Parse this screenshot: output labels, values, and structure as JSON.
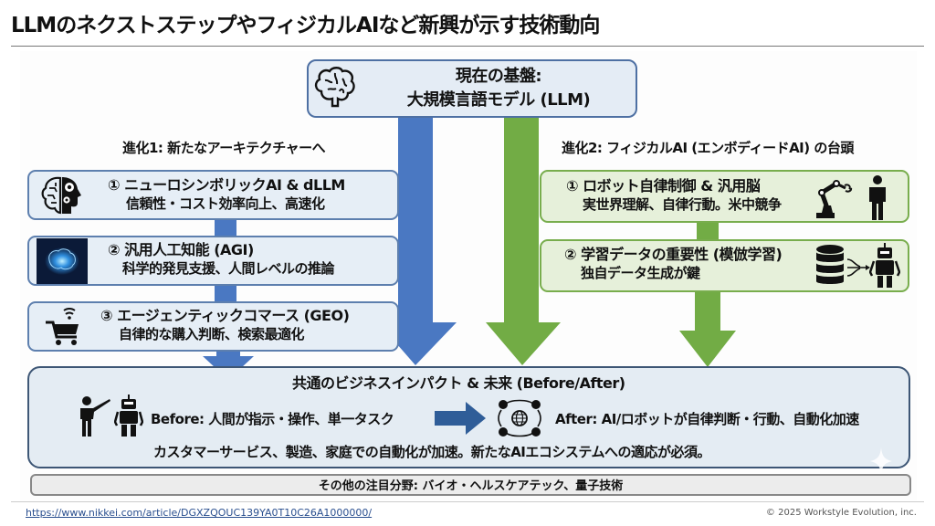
{
  "page": {
    "title": "LLMのネクストステップやフィジカルAIなど新興が示す技術動向"
  },
  "foundation": {
    "line1": "現在の基盤:",
    "line2": "大規模言語モデル (LLM)",
    "icon": "brain-icon"
  },
  "evolution1": {
    "heading": "進化1: 新たなアーキテクチャーへ",
    "color": "#4a78c2",
    "items": [
      {
        "title": "① ニューロシンボリックAI & dLLM",
        "subtitle": "信頼性・コスト効率向上、高速化",
        "icon": "brain-gear-head-icon"
      },
      {
        "title": "② 汎用人工知能 (AGI)",
        "subtitle": "科学的発見支援、人間レベルの推論",
        "icon": "glowing-brain-icon"
      },
      {
        "title": "③ エージェンティックコマース (GEO)",
        "subtitle": "自律的な購入判断、検索最適化",
        "icon": "smart-cart-icon"
      }
    ]
  },
  "evolution2": {
    "heading": "進化2: フィジカルAI (エンボディードAI) の台頭",
    "color": "#72ac45",
    "items": [
      {
        "title": "① ロボット自律制御 & 汎用脳",
        "subtitle": "実世界理解、自律行動。米中競争",
        "icon": "robot-arm-human-icon"
      },
      {
        "title": "② 学習データの重要性 (模倣学習)",
        "subtitle": "独自データ生成が鍵",
        "icon": "database-to-robot-icon"
      }
    ]
  },
  "impact": {
    "title": "共通のビジネスインパクト & 未来 (Before/After)",
    "before": "Before: 人間が指示・操作、単一タスク",
    "after": "After: AI/ロボットが自律判断・行動、自動化加速",
    "summary": "カスタマーサービス、製造、家庭での自動化が加速。新たなAIエコシステムへの適応が必須。"
  },
  "other": {
    "text": "その他の注目分野: バイオ・ヘルスケアテック、量子技術"
  },
  "footer": {
    "source_url": "https://www.nikkei.com/article/DGXZQOUC139YA0T10C26A1000000/",
    "copyright": "© 2025 Workstyle Evolution, inc."
  }
}
